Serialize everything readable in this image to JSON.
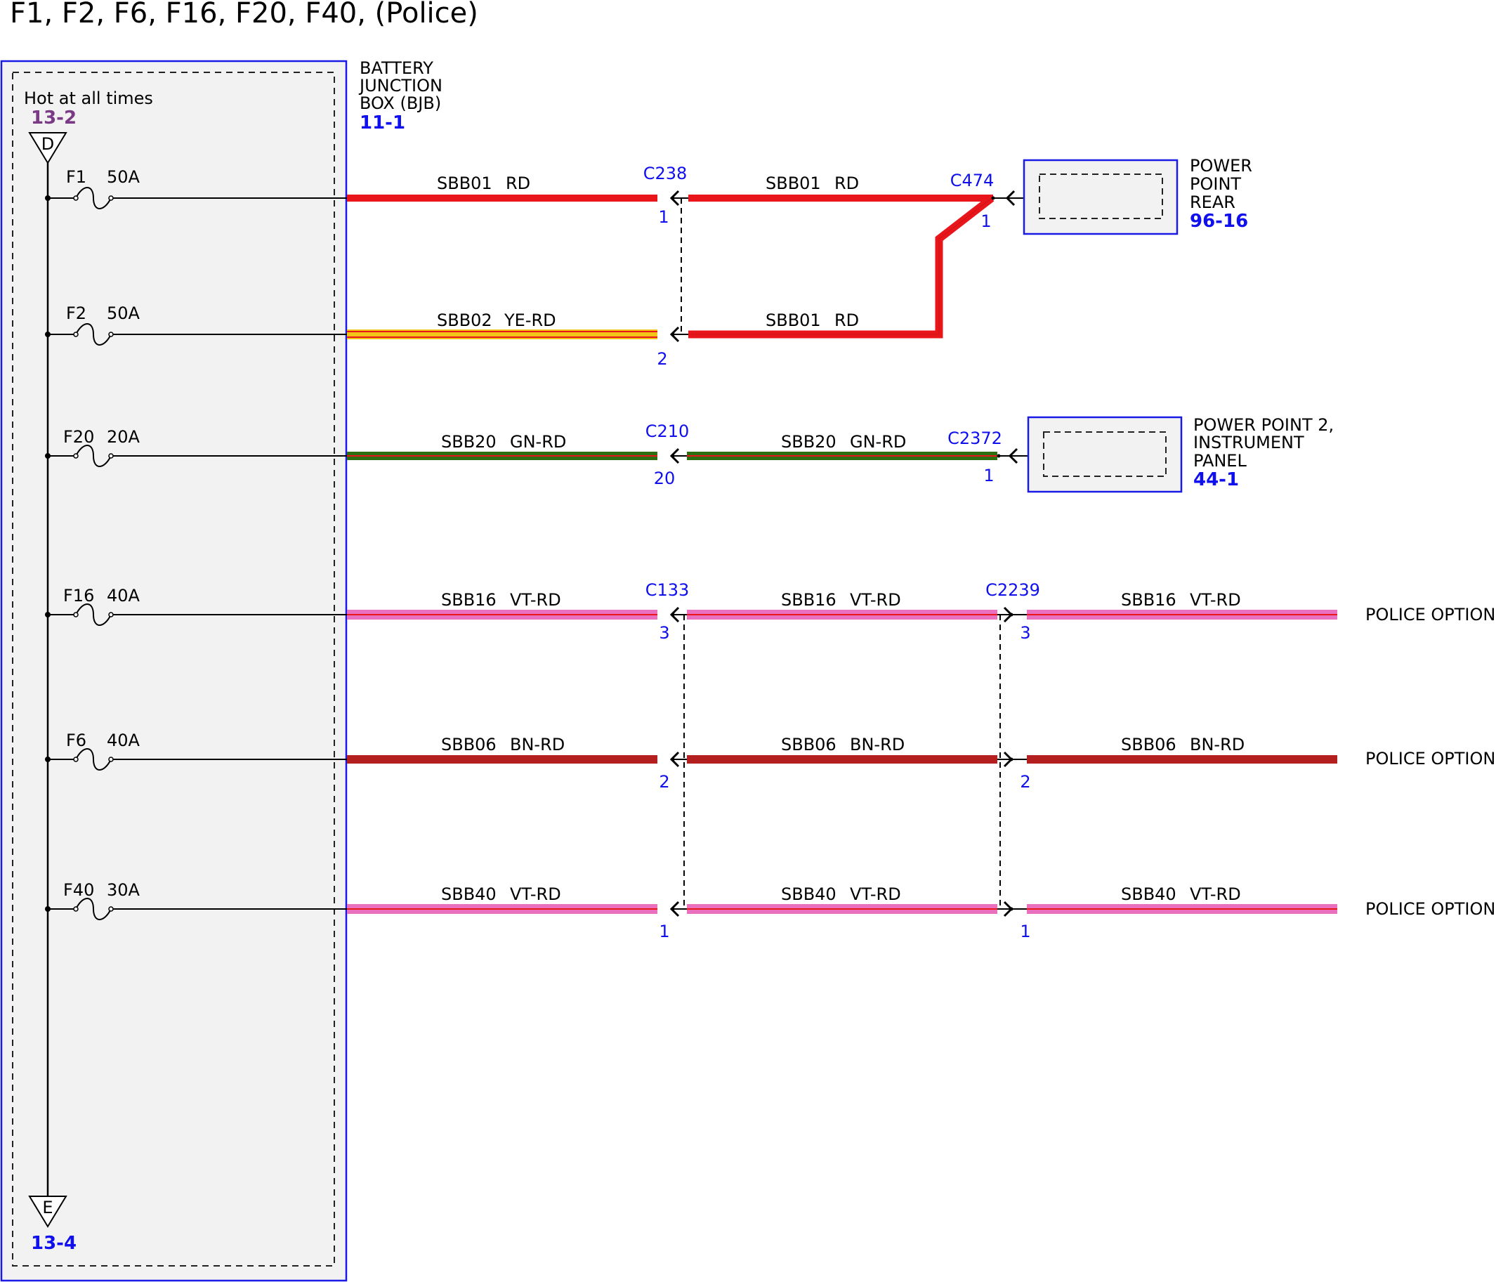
{
  "title": "F1, F2, F6, F16, F20, F40, (Police)",
  "bjb": {
    "name_lines": [
      "BATTERY",
      "JUNCTION",
      "BOX (BJB)"
    ],
    "ref": "11-1",
    "hot_label": "Hot at all times",
    "top_ref": "13-2",
    "top_connector": "D",
    "bottom_connector": "E",
    "bottom_ref": "13-4"
  },
  "fuses": [
    {
      "id": "F1",
      "rating": "50A"
    },
    {
      "id": "F2",
      "rating": "50A"
    },
    {
      "id": "F20",
      "rating": "20A"
    },
    {
      "id": "F16",
      "rating": "40A"
    },
    {
      "id": "F6",
      "rating": "40A"
    },
    {
      "id": "F40",
      "rating": "30A"
    }
  ],
  "wires": [
    {
      "circuit": "SBB01",
      "color_code": "RD",
      "colors": [
        "#e8151b"
      ]
    },
    {
      "circuit": "SBB01",
      "color_code": "RD",
      "colors": [
        "#e8151b"
      ]
    },
    {
      "circuit": "SBB01",
      "color_code": "RD",
      "colors": [
        "#e8151b"
      ]
    },
    {
      "circuit": "SBB02",
      "color_code": "YE-RD",
      "colors": [
        "#f2c418",
        "#e8151b"
      ]
    },
    {
      "circuit": "SBB20",
      "color_code": "GN-RD",
      "colors": [
        "#2e6e12",
        "#e8151b"
      ]
    },
    {
      "circuit": "SBB20",
      "color_code": "GN-RD",
      "colors": [
        "#2e6e12",
        "#e8151b"
      ]
    },
    {
      "circuit": "SBB16",
      "color_code": "VT-RD",
      "colors": [
        "#ea6fbe",
        "#e8151b"
      ]
    },
    {
      "circuit": "SBB16",
      "color_code": "VT-RD",
      "colors": [
        "#ea6fbe",
        "#e8151b"
      ]
    },
    {
      "circuit": "SBB16",
      "color_code": "VT-RD",
      "colors": [
        "#ea6fbe",
        "#e8151b"
      ]
    },
    {
      "circuit": "SBB06",
      "color_code": "BN-RD",
      "colors": [
        "#b3201f"
      ]
    },
    {
      "circuit": "SBB06",
      "color_code": "BN-RD",
      "colors": [
        "#b3201f"
      ]
    },
    {
      "circuit": "SBB06",
      "color_code": "BN-RD",
      "colors": [
        "#b3201f"
      ]
    },
    {
      "circuit": "SBB40",
      "color_code": "VT-RD",
      "colors": [
        "#ea6fbe",
        "#e8151b"
      ]
    },
    {
      "circuit": "SBB40",
      "color_code": "VT-RD",
      "colors": [
        "#ea6fbe",
        "#e8151b"
      ]
    },
    {
      "circuit": "SBB40",
      "color_code": "VT-RD",
      "colors": [
        "#ea6fbe",
        "#e8151b"
      ]
    }
  ],
  "connectors": [
    {
      "name": "C238",
      "pins": [
        "1",
        "2"
      ]
    },
    {
      "name": "C474",
      "pins": [
        "1"
      ]
    },
    {
      "name": "C210",
      "pins": [
        "20"
      ]
    },
    {
      "name": "C2372",
      "pins": [
        "1"
      ]
    },
    {
      "name": "C133",
      "pins": [
        "3",
        "2",
        "1"
      ]
    },
    {
      "name": "C2239",
      "pins": [
        "3",
        "2",
        "1"
      ]
    }
  ],
  "components": [
    {
      "name_lines": [
        "POWER",
        "POINT",
        "REAR"
      ],
      "ref": "96-16"
    },
    {
      "name_lines": [
        "POWER POINT 2,",
        "INSTRUMENT",
        "PANEL"
      ],
      "ref": "44-1"
    }
  ],
  "destinations": [
    "POLICE OPTION",
    "POLICE OPTION",
    "POLICE OPTION"
  ],
  "colors": {
    "box_border": "#1a1ae6",
    "box_fill": "#f2f2f2",
    "ref_blue": "#1010ee",
    "ref_purple": "#7a3a86"
  }
}
